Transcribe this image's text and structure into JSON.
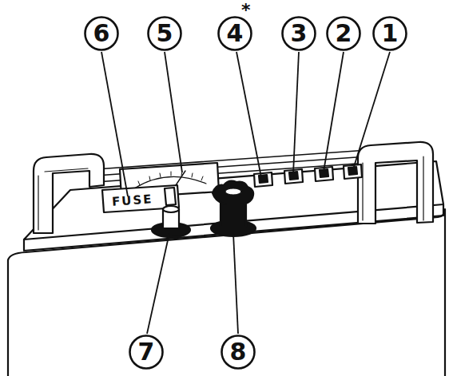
{
  "diagram": {
    "nodes": [
      {
        "text": [
          "6"
        ]
      },
      {
        "text": [
          "5"
        ]
      },
      {
        "text": [
          "4"
        ]
      },
      {
        "text": [
          "3"
        ]
      },
      {
        "text": [
          "2"
        ]
      },
      {
        "text": [
          "1"
        ]
      },
      {
        "text": [
          "7"
        ]
      },
      {
        "text": [
          "8"
        ]
      }
    ],
    "labels": [
      "*",
      "FUSE"
    ]
  }
}
